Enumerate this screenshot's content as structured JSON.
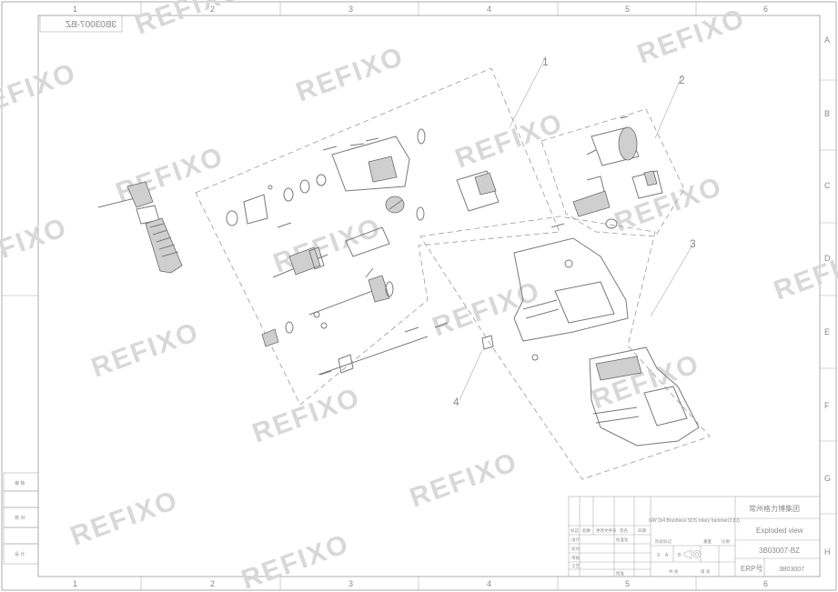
{
  "drawing": {
    "number_mirrored": "3B03007-BZ",
    "number": "3B03007-BZ",
    "erp_label": "ERP",
    "erp_code": "3B03007"
  },
  "grid": {
    "columns": [
      "1",
      "2",
      "3",
      "4",
      "5",
      "6"
    ],
    "rows": [
      "A",
      "B",
      "C",
      "D",
      "E",
      "F",
      "G",
      "H"
    ]
  },
  "callouts": [
    "1",
    "2",
    "3",
    "4"
  ],
  "watermark": "REFIXO",
  "left_strip": [
    "审 核",
    "校 对",
    "设 计"
  ],
  "title_block": {
    "company": "常州格力博集团",
    "product": "GW 2x4 Brushless SDS rotary hammer(2.8J)",
    "sheet_title": "Exploded view",
    "number": "3B03007-BZ",
    "erp_label": "ERP号",
    "erp_code": "3B03007",
    "rev_headers": [
      "标记",
      "处数",
      "更改文件号",
      "签名",
      "日期"
    ],
    "sign_rows": [
      "设计",
      "校对",
      "审核",
      "工艺",
      "标准化",
      "批准"
    ],
    "stage_labels": [
      "阶段标记",
      "重量",
      "比例"
    ],
    "stage_marks": [
      "S",
      "A",
      "B"
    ],
    "sheet_labels": [
      "共 张",
      "第 张"
    ]
  }
}
